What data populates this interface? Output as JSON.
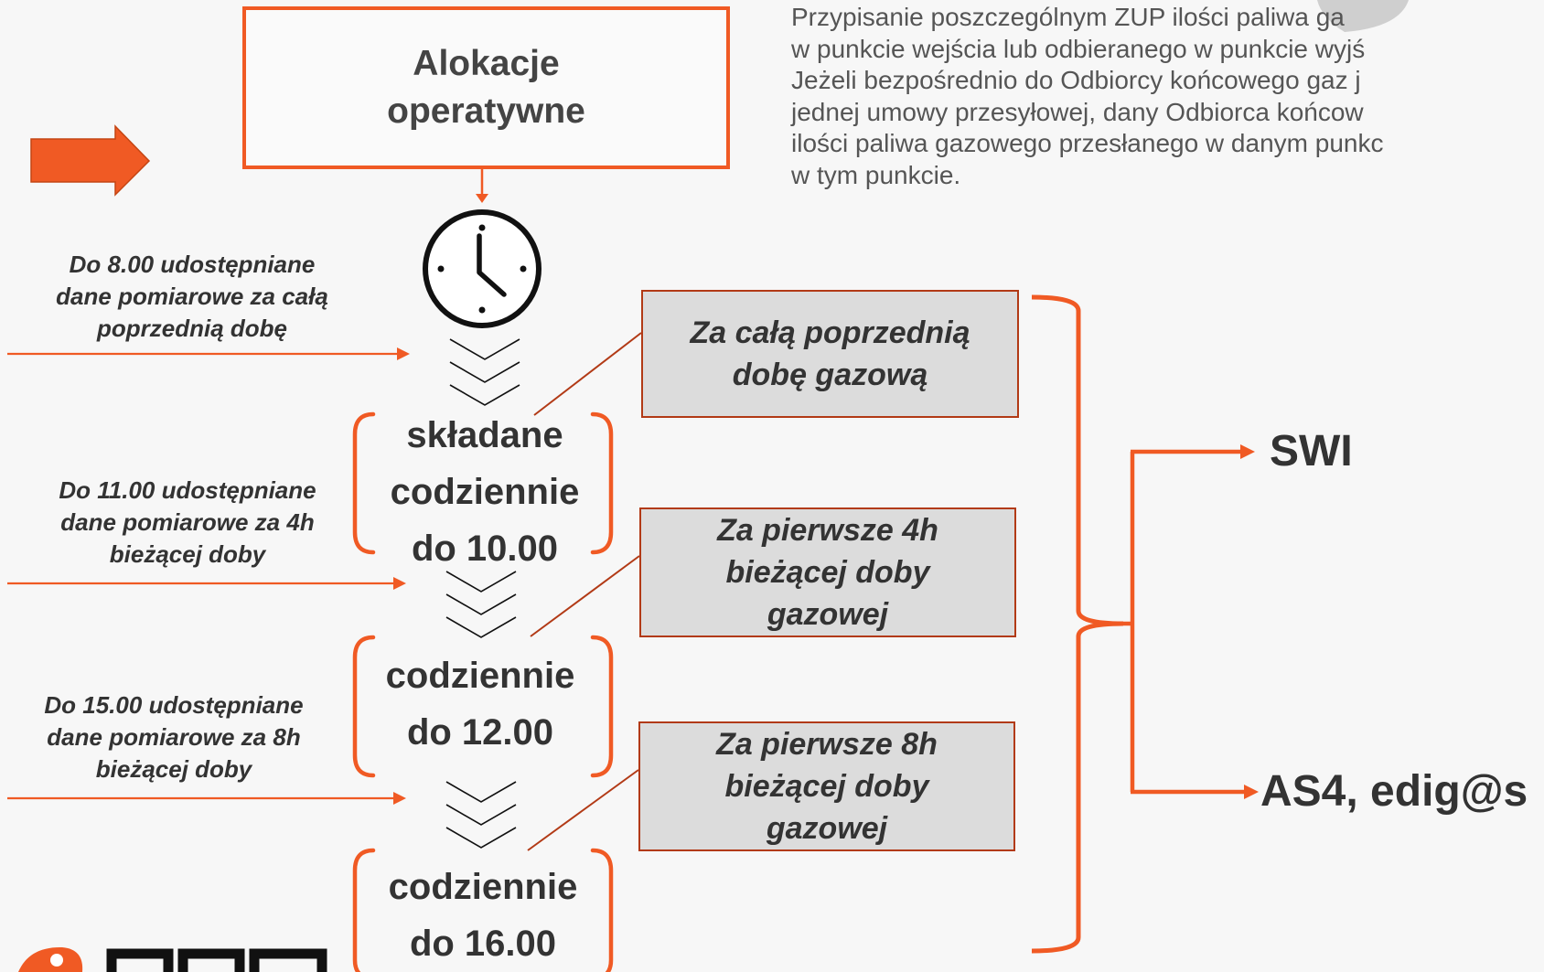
{
  "title_box": {
    "line1": "Alokacje",
    "line2": "operatywne"
  },
  "description": {
    "lines": [
      "Przypisanie poszczególnym ZUP ilości paliwa ga",
      "w punkcie wejścia lub odbieranego w punkcie wyjś",
      "Jeżeli bezpośrednio do Odbiorcy końcowego gaz j",
      "jednej umowy przesyłowej, dany Odbiorca końcow",
      "ilości paliwa gazowego przesłanego w danym punkc",
      "w tym punkcie."
    ]
  },
  "notes": [
    {
      "lines": [
        "Do 8.00 udostępniane",
        "dane pomiarowe za całą",
        "poprzednią dobę"
      ]
    },
    {
      "lines": [
        "Do 11.00 udostępniane",
        "dane pomiarowe za 4h",
        "bieżącej doby"
      ]
    },
    {
      "lines": [
        "Do 15.00 udostępniane",
        "dane pomiarowe za 8h",
        "bieżącej doby"
      ]
    }
  ],
  "steps": [
    {
      "lines": [
        "składane",
        "codziennie",
        "do 10.00"
      ]
    },
    {
      "lines": [
        "codziennie",
        "do 12.00"
      ]
    },
    {
      "lines": [
        "codziennie",
        "do 16.00"
      ]
    }
  ],
  "ranges": [
    {
      "lines": [
        "Za całą poprzednią",
        "dobę gazową"
      ]
    },
    {
      "lines": [
        "Za pierwsze 4h",
        "bieżącej doby",
        "gazowej"
      ]
    },
    {
      "lines": [
        "Za pierwsze 8h",
        "bieżącej doby",
        "gazowej"
      ]
    }
  ],
  "targets": {
    "swi": "SWI",
    "as4": "AS4, edig@s"
  },
  "colors": {
    "accent": "#f05a24",
    "box_fill": "#dcdcdc",
    "box_border": "#b23a16",
    "text": "#333333"
  },
  "icons": {
    "clock": "clock-icon",
    "arrow": "right-arrow-icon",
    "logo": "logo"
  }
}
